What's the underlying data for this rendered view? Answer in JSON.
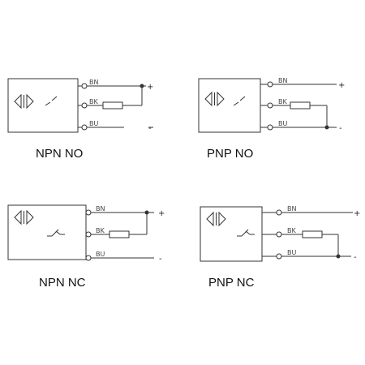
{
  "diagrams": [
    {
      "caption": "NPN  NO",
      "wires": [
        {
          "label": "BN"
        },
        {
          "label": "BK"
        },
        {
          "label": "BU"
        }
      ],
      "plus": "+",
      "minus": "-",
      "load_between": "BK-BN",
      "switch": "no"
    },
    {
      "caption": "PNP  NO",
      "wires": [
        {
          "label": "BN"
        },
        {
          "label": "BK"
        },
        {
          "label": "BU"
        }
      ],
      "plus": "+",
      "minus": "-",
      "load_between": "BK-BU",
      "switch": "no"
    },
    {
      "caption": "NPN  NC",
      "wires": [
        {
          "label": "BN"
        },
        {
          "label": "BK"
        },
        {
          "label": "BU"
        }
      ],
      "plus": "+",
      "minus": "-",
      "load_between": "BK-BN",
      "switch": "nc"
    },
    {
      "caption": "PNP  NC",
      "wires": [
        {
          "label": "BN"
        },
        {
          "label": "BK"
        },
        {
          "label": "BU"
        }
      ],
      "plus": "+",
      "minus": "-",
      "load_between": "BK-BU",
      "switch": "nc"
    }
  ],
  "colors": {
    "line": "#333333",
    "text": "#111111",
    "background": "#ffffff"
  }
}
